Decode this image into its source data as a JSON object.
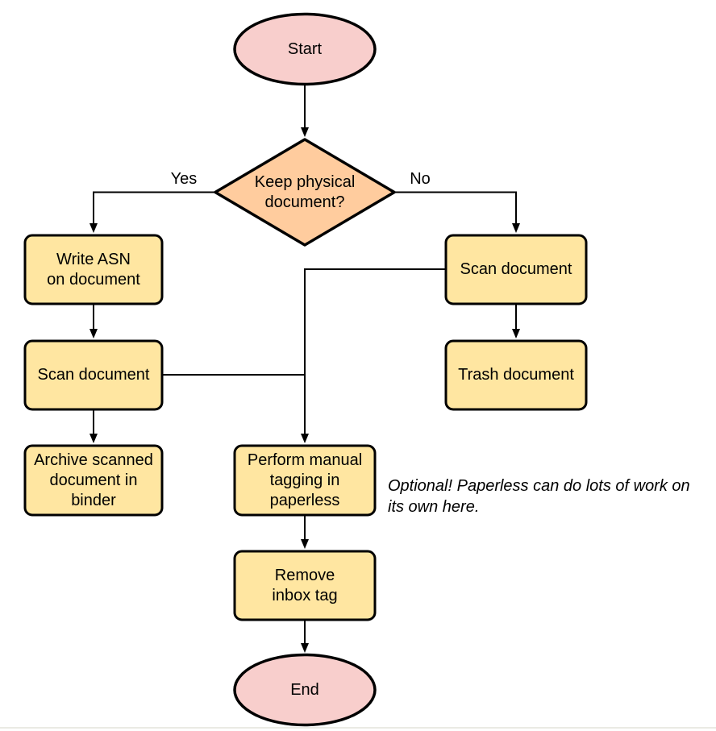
{
  "colors": {
    "background": "#FFFFFF",
    "terminal_fill": "#F8CECC",
    "decision_fill": "#FFCC9E",
    "process_fill": "#FFE6A1",
    "stroke": "#000000",
    "text": "#000000"
  },
  "nodes": {
    "start": {
      "type": "terminal",
      "label": "Start"
    },
    "decision": {
      "type": "decision",
      "label": "Keep physical\ndocument?"
    },
    "write_asn": {
      "type": "process",
      "label": "Write ASN\non document"
    },
    "scan_left": {
      "type": "process",
      "label": "Scan document"
    },
    "archive": {
      "type": "process",
      "label": "Archive scanned\ndocument in\nbinder"
    },
    "scan_right": {
      "type": "process",
      "label": "Scan document"
    },
    "trash": {
      "type": "process",
      "label": "Trash document"
    },
    "tagging": {
      "type": "process",
      "label": "Perform manual\ntagging in\npaperless"
    },
    "remove_inbox": {
      "type": "process",
      "label": "Remove\ninbox tag"
    },
    "end": {
      "type": "terminal",
      "label": "End"
    }
  },
  "edges": [
    {
      "from": "start",
      "to": "decision",
      "label": ""
    },
    {
      "from": "decision",
      "to": "write_asn",
      "label": "Yes"
    },
    {
      "from": "decision",
      "to": "scan_right",
      "label": "No"
    },
    {
      "from": "write_asn",
      "to": "scan_left",
      "label": ""
    },
    {
      "from": "scan_left",
      "to": "archive",
      "label": ""
    },
    {
      "from": "scan_right",
      "to": "trash",
      "label": ""
    },
    {
      "from": "scan_right",
      "to": "tagging",
      "label": ""
    },
    {
      "from": "scan_left",
      "to": "tagging",
      "label": ""
    },
    {
      "from": "tagging",
      "to": "remove_inbox",
      "label": ""
    },
    {
      "from": "remove_inbox",
      "to": "end",
      "label": ""
    }
  ],
  "annotation": "Optional! Paperless can do lots of work on\nits own here."
}
